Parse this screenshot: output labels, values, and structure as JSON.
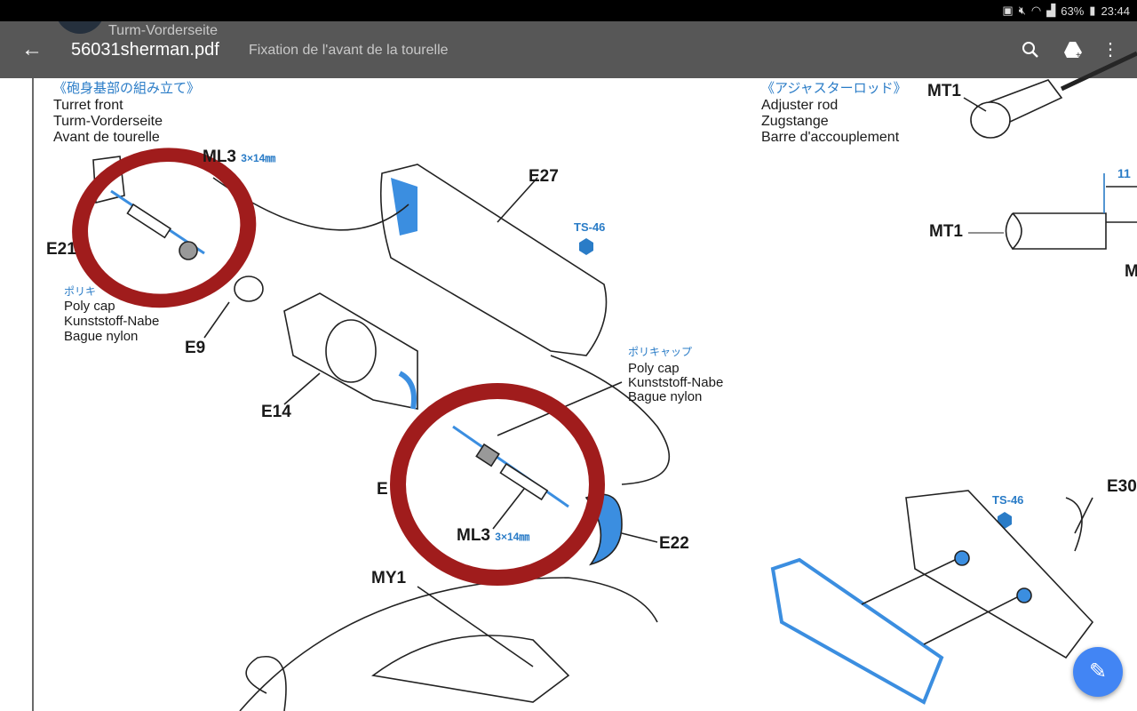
{
  "status_bar": {
    "battery": "63%",
    "time": "23:44",
    "icons": [
      "sim-icon",
      "mute-icon",
      "wifi-icon",
      "signal-icon",
      "battery-icon"
    ]
  },
  "toolbar": {
    "title": "56031sherman.pdf",
    "back_icon": "arrow-left-icon",
    "search_icon": "search-icon",
    "drive_icon": "google-drive-add-icon",
    "more_icon": "more-vert-icon"
  },
  "document": {
    "header_de": "Turm-Vorderseite",
    "header_fr": "Fixation de l'avant de la tourelle",
    "section_left": {
      "jp": "《砲身基部の組み立て》",
      "en": "Turret front",
      "de": "Turm-Vorderseite",
      "fr": "Avant de tourelle"
    },
    "section_right": {
      "jp": "《アジャスターロッド》",
      "en": "Adjuster rod",
      "de": "Zugstange",
      "fr": "Barre d'accouplement"
    },
    "polycap_left": {
      "jp": "ポリキ",
      "en": "Poly cap",
      "de": "Kunststoff-Nabe",
      "fr": "Bague nylon"
    },
    "polycap_right": {
      "jp": "ポリキャップ",
      "en": "Poly cap",
      "de": "Kunststoff-Nabe",
      "fr": "Bague nylon"
    },
    "parts": {
      "ml3_top": "ML3",
      "ml3_top_size": "3×14㎜",
      "ml3_bottom": "ML3",
      "ml3_bottom_size": "3×14㎜",
      "e21": "E21",
      "e27": "E27",
      "e9": "E9",
      "e14": "E14",
      "e_partial": "E",
      "e22": "E22",
      "e30": "E30",
      "my1": "MY1",
      "mt1_top": "MT1",
      "mt1_mid": "MT1",
      "m_partial": "M",
      "dim": "11"
    },
    "paint": {
      "ts46_top": "TS-46",
      "ts46_bottom": "TS-46"
    }
  },
  "colors": {
    "annotation_red": "#a01c1c",
    "part_blue": "#3b8ee0",
    "fab": "#4285f4"
  },
  "fab": {
    "icon": "pencil-icon"
  }
}
